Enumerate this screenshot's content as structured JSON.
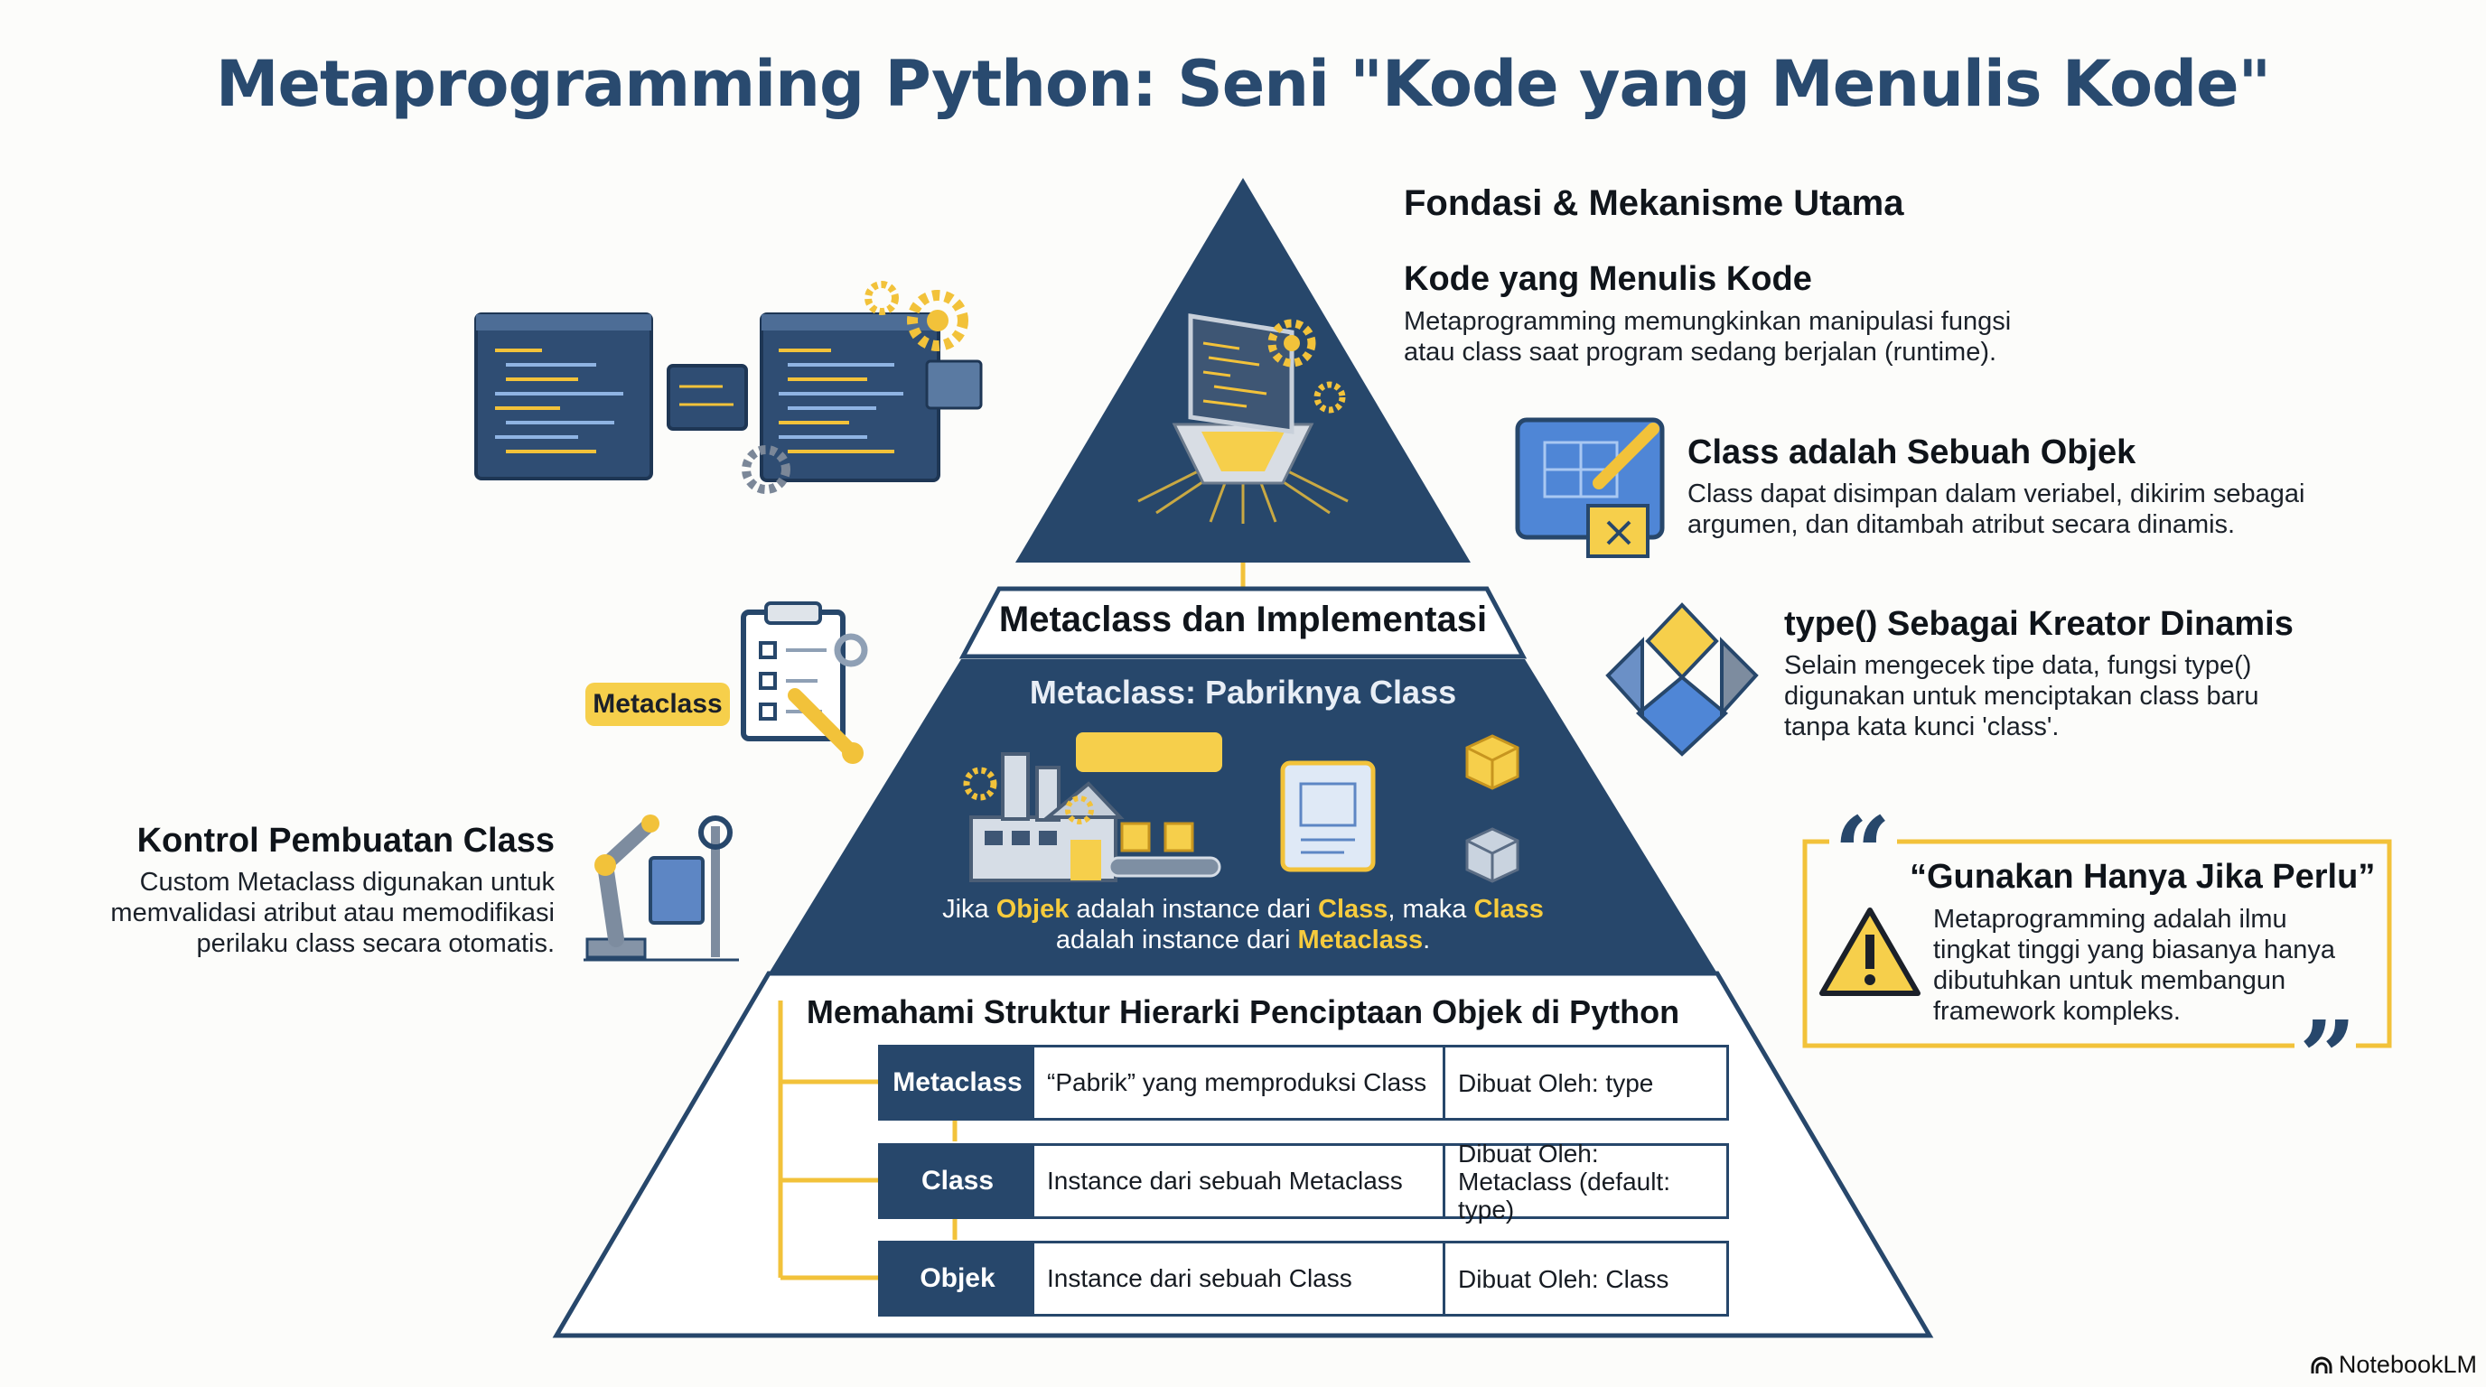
{
  "title": "Metaprogramming Python: Seni \"Kode yang Menulis Kode\"",
  "right_top": {
    "heading": "Fondasi & Mekanisme Utama",
    "code_title": "Kode yang Menulis Kode",
    "code_line1": "Metaprogramming memungkinkan manipulasi fungsi",
    "code_line2": "atau class saat program sedang berjalan (runtime).",
    "obj_title": "Class adalah Sebuah Objek",
    "obj_line1": "Class dapat disimpan dalam veriabel, dikirim sebagai",
    "obj_line2": "argumen, dan ditambah atribut secara dinamis."
  },
  "type_block": {
    "title": "type() Sebagai Kreator Dinamis",
    "line1": "Selain mengecek tipe data, fungsi type()",
    "line2": "digunakan untuk menciptakan class baru",
    "line3": "tanpa kata kunci 'class'."
  },
  "quote": {
    "open": "“",
    "close": "”",
    "title": "“Gunakan Hanya Jika Perlu”",
    "line1": "Metaprogramming adalah ilmu",
    "line2": "tingkat tinggi yang biasanya hanya",
    "line3": "dibutuhkan untuk membangun",
    "line4": "framework kompleks."
  },
  "left": {
    "metaclass_badge": "Metaclass",
    "control_title": "Kontrol Pembuatan Class",
    "control_line1": "Custom Metaclass digunakan untuk",
    "control_line2": "memvalidasi atribut atau memodifikasi",
    "control_line3": "perilaku class secara otomatis."
  },
  "pyramid": {
    "middle_header": "Metaclass dan Implementasi",
    "middle_subtitle": "Metaclass: Pabriknya Class",
    "caption_1": "Jika ",
    "caption_2": "Objek",
    "caption_3": " adalah instance dari ",
    "caption_4": "Class",
    "caption_5": ", maka ",
    "caption_6": "Class",
    "caption_7": "adalah instance dari ",
    "caption_8": "Metaclass",
    "caption_9": ".",
    "bottom_title": "Memahami Struktur Hierarki Penciptaan Objek di Python"
  },
  "table": [
    {
      "name": "Metaclass",
      "desc": "“Pabrik” yang memproduksi Class",
      "made_by": "Dibuat Oleh: type"
    },
    {
      "name": "Class",
      "desc": "Instance dari sebuah Metaclass",
      "made_by": "Dibuat Oleh: Metaclass (default: type)"
    },
    {
      "name": "Objek",
      "desc": "Instance dari sebuah Class",
      "made_by": "Dibuat Oleh: Class"
    }
  ],
  "brand": "NotebookLM",
  "colors": {
    "navy": "#27476b",
    "gold": "#f2c23a",
    "title": "#294a6f"
  }
}
